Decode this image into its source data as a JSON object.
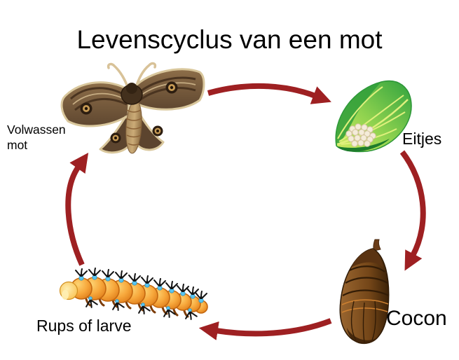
{
  "title": "Levenscyclus van een mot",
  "cycle": {
    "stages": [
      {
        "id": "adult-moth",
        "label": "Volwassen mot",
        "illustration": "moth"
      },
      {
        "id": "eggs",
        "label": "Eitjes",
        "illustration": "leaf-with-eggs"
      },
      {
        "id": "cocoon",
        "label": "Cocon",
        "illustration": "pupa"
      },
      {
        "id": "larva",
        "label": "Rups of larve",
        "illustration": "caterpillar"
      }
    ],
    "arrows": [
      {
        "from": "adult-moth",
        "to": "eggs"
      },
      {
        "from": "eggs",
        "to": "cocoon"
      },
      {
        "from": "cocoon",
        "to": "larva"
      },
      {
        "from": "larva",
        "to": "adult-moth"
      }
    ]
  },
  "colors": {
    "background": "#FFFFFF",
    "text": "#000000",
    "arrow": "#9E2022"
  }
}
